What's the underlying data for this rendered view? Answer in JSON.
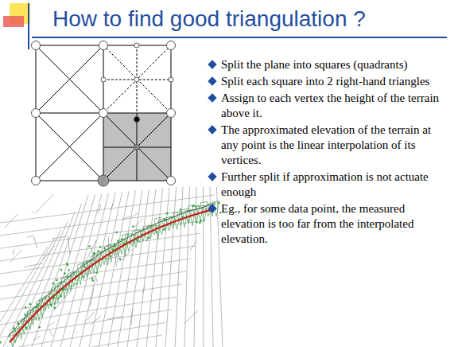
{
  "diagram": {
    "title": "How to find good triangulation ?",
    "labels": [
      "Split the plane into squares (quadrants)",
      "Split each square into 2 right-hand triangles",
      "Assign to each vertex the height of the terrain above it.",
      "The approximated elevation of the terrain at any point is the linear interpolation of its vertices.",
      "Further split if approximation is not actuate enough",
      "Eg., for some data point, the measured elevation is too far from the interpolated elevation."
    ]
  }
}
